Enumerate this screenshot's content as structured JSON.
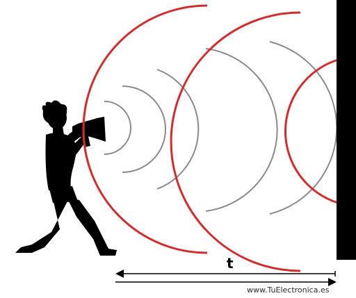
{
  "diagram": {
    "time_symbol": "t",
    "watermark": "www.TuElectronica.es"
  },
  "colors": {
    "emitted_wave": "#8a8a8a",
    "reflected_wave": "#d42b2b",
    "wall": "#000000",
    "silhouette": "#000000",
    "arrow": "#000000"
  },
  "icons": {
    "person": "person-with-megaphone-silhouette",
    "wall": "wall-barrier"
  }
}
